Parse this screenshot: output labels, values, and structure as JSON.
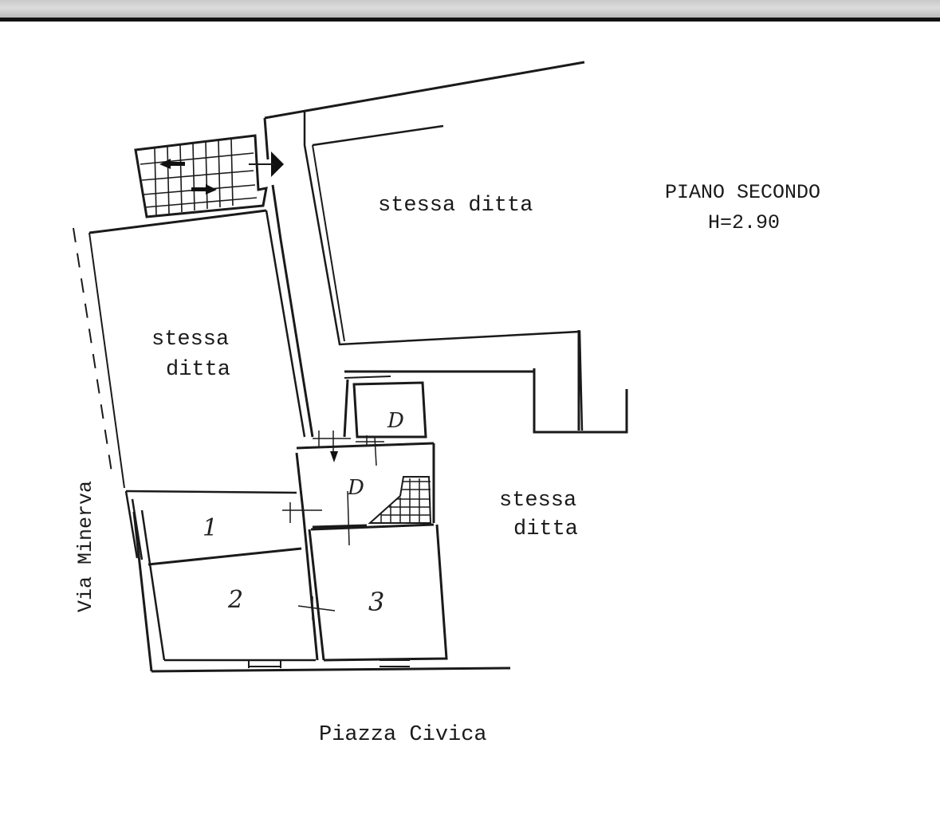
{
  "plan": {
    "floor_title": "PIANO SECONDO",
    "height_label": "H=2.90",
    "labels": {
      "stessa_ditta_top": "stessa ditta",
      "stessa_ditta_left_1": "stessa",
      "stessa_ditta_left_2": "ditta",
      "stessa_ditta_right_1": "stessa",
      "stessa_ditta_right_2": "ditta",
      "street_left": "Via Minerva",
      "square_bottom": "Piazza Civica"
    },
    "rooms": [
      {
        "number": "1"
      },
      {
        "number": "2"
      },
      {
        "number": "3"
      }
    ],
    "door_marks": [
      "D",
      "D"
    ]
  }
}
